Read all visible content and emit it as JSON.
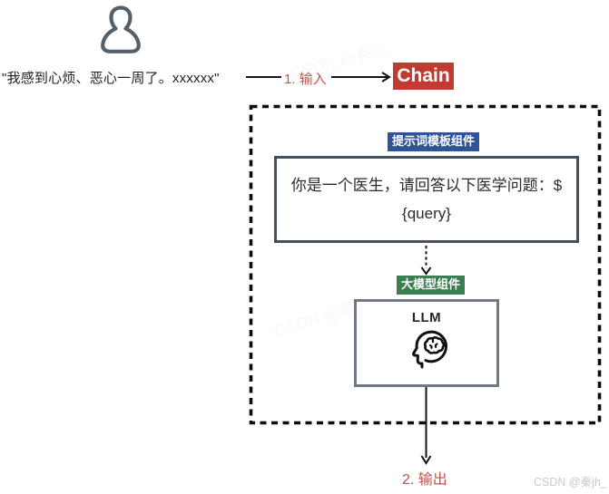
{
  "diagram": {
    "user_input": "\"我感到心烦、恶心一周了。xxxxxx\"",
    "input_label": "1. 输入",
    "chain_label": "Chain",
    "prompt_template": {
      "badge": "提示词模板组件",
      "content": "你是一个医生，请回答以下医学问题：$\n{query}"
    },
    "llm": {
      "badge": "大模型组件",
      "title": "LLM"
    },
    "output_label": "2. 输出"
  },
  "icons": {
    "user": "person-outline-icon",
    "llm": "head-brain-icon"
  },
  "watermark": "CSDN @秦jh_",
  "colors": {
    "chain_bg": "#c23b33",
    "flow_label": "#c9504b",
    "prompt_badge_bg": "#2f5597",
    "llm_badge_bg": "#3e7d52",
    "line": "#141414",
    "template_border": "#47505e",
    "llm_border": "#707883",
    "person_icon": "#566069",
    "watermark_text": "#c9c9c9"
  }
}
